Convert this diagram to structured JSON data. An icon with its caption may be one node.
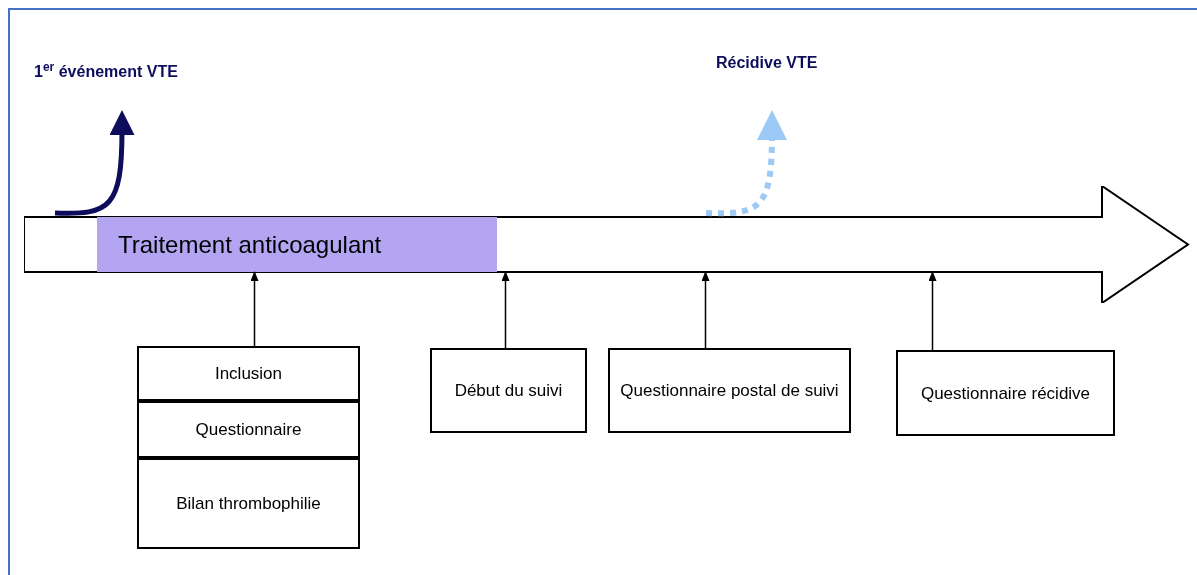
{
  "diagram": {
    "nodes": [
      {
        "text": [],
        "shape": "arrow"
      },
      {
        "text": [
          "Traitement anticoagulant"
        ],
        "in": 0
      },
      {
        "text": [
          "1$^{er}$ événement VTE"
        ]
      },
      {
        "text": [
          "Récidive VTE"
        ]
      },
      {
        "text": [
          "Inclusion"
        ]
      },
      {
        "text": [
          "Questionnaire"
        ]
      },
      {
        "text": [
          "Bilan thrombophilie"
        ]
      },
      {
        "text": [
          "Début du suivi"
        ]
      },
      {
        "text": [
          "Questionnaire postal de suivi"
        ]
      },
      {
        "text": [
          "Questionnaire récidive"
        ]
      }
    ],
    "edges": [
      {
        "from": 0,
        "to": 2,
        "arrow": "to",
        "style": "thick",
        "color": "#0d0d5c"
      },
      {
        "from": 0,
        "to": 3,
        "arrow": "to",
        "style": "dashed",
        "color": "#9cc9f5"
      },
      {
        "from": 4,
        "to": 0,
        "arrow": "to"
      },
      {
        "from": 7,
        "to": 0,
        "arrow": "to"
      },
      {
        "from": 8,
        "to": 0,
        "arrow": "to"
      },
      {
        "from": 9,
        "to": 0,
        "arrow": "to"
      }
    ]
  }
}
